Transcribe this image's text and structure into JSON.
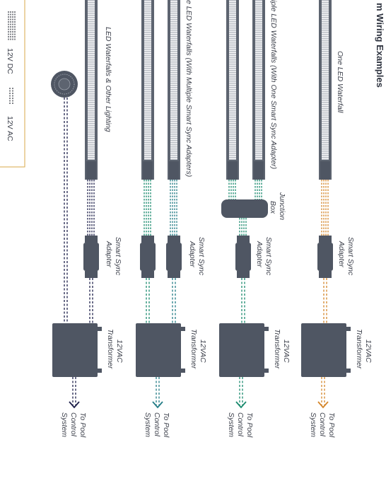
{
  "title": "m Wiring Examples",
  "legend": {
    "dc_label": "12V DC",
    "ac_label": "12V AC"
  },
  "colors": {
    "orange": "#d4862a",
    "green": "#1a8a6e",
    "teal": "#237c86",
    "navy": "#1d1f4a",
    "device": "#4f5663",
    "rail": "#5d6470"
  },
  "panels": [
    {
      "id": "one-led",
      "caption": "One LED Waterfall",
      "adapter_label": [
        "Smart Sync",
        "Adapter"
      ],
      "transformer_label": [
        "12VAC",
        "Transformer"
      ],
      "pool_label": [
        "To Pool",
        "Control",
        "System"
      ]
    },
    {
      "id": "multi-one-adapter",
      "caption": "iple LED Waterfalls (With One Smart Sync Adapter)",
      "junction_label": [
        "Junction",
        "Box"
      ],
      "adapter_label": [
        "Smart Sync",
        "Adapter"
      ],
      "transformer_label": [
        "12VAC",
        "Transformer"
      ],
      "pool_label": [
        "To Pool",
        "Control",
        "System"
      ]
    },
    {
      "id": "multi-multi-adapters",
      "caption": "e LED Waterfalls (With Multiple Smart Sync Adapters)",
      "adapter_label": [
        "Smart Sync",
        "Adapter"
      ],
      "transformer_label": [
        "12VAC",
        "Transformer"
      ],
      "pool_label": [
        "To Pool",
        "Control",
        "System"
      ]
    },
    {
      "id": "other-lighting",
      "caption": "LED Waterfalls & Other Lighting",
      "adapter_label": [
        "Smart Sync",
        "Adapter"
      ],
      "transformer_label": [
        "12VAC",
        "Transformer"
      ],
      "pool_label": [
        "To Pool",
        "Control",
        "System"
      ]
    }
  ]
}
